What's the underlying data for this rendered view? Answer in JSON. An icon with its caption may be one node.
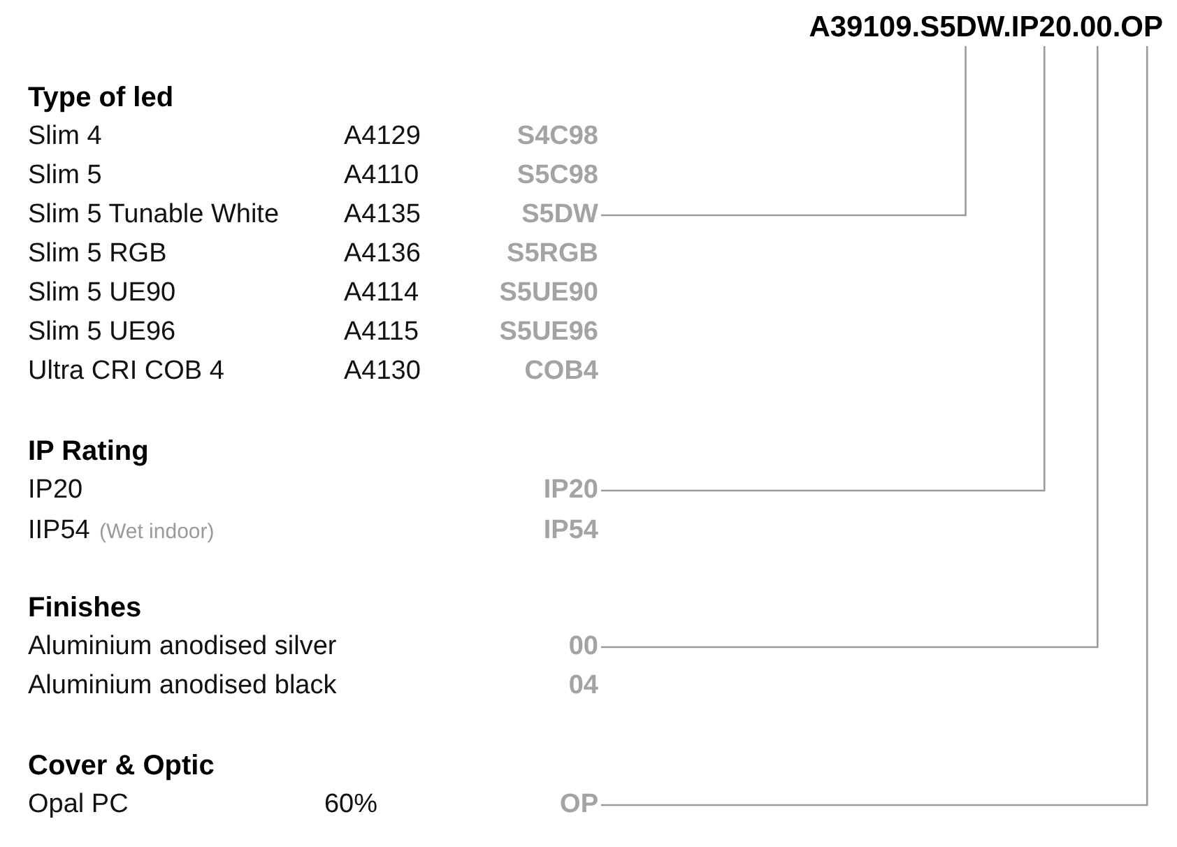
{
  "diagram": {
    "nodes": [
      {
        "text": [
          "A39109.S5DW.IP20.00.OP"
        ]
      },
      {
        "text": [
          "S5DW"
        ]
      },
      {
        "text": [
          "IP20"
        ]
      },
      {
        "text": [
          "00"
        ]
      },
      {
        "text": [
          "OP"
        ]
      }
    ],
    "edges": [
      {
        "from": 1,
        "to": 0,
        "arrow": "none"
      },
      {
        "from": 2,
        "to": 0,
        "arrow": "none"
      },
      {
        "from": 3,
        "to": 0,
        "arrow": "none"
      },
      {
        "from": 4,
        "to": 0,
        "arrow": "none"
      }
    ],
    "labels": [
      "Type of led",
      "Slim 4",
      "A4129",
      "S4C98",
      "Slim 5",
      "A4110",
      "S5C98",
      "Slim 5 Tunable White",
      "A4135",
      "Slim 5 RGB",
      "A4136",
      "S5RGB",
      "Slim 5 UE90",
      "A4114",
      "S5UE90",
      "Slim 5 UE96",
      "A4115",
      "S5UE96",
      "Ultra CRI COB 4",
      "A4130",
      "COB4",
      "IP Rating",
      "IP20",
      "IIP54",
      "(Wet indoor)",
      "IP54",
      "Finishes",
      "Aluminium anodised silver",
      "Aluminium anodised black",
      "04",
      "Cover & Optic",
      "Opal PC",
      "60%"
    ]
  }
}
